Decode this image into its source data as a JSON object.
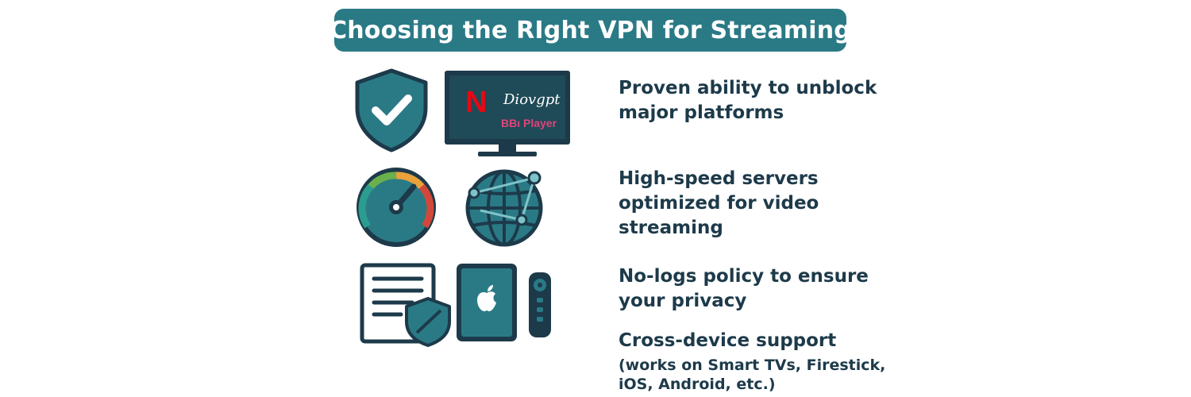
{
  "title": "Choosing the RIght VPN for Streaming",
  "tv_logos": {
    "netflix": "N",
    "disney": "Diovgpt",
    "bbc": "BBı Player"
  },
  "features": [
    {
      "line1": "Proven ability to unblock",
      "line2": "major platforms"
    },
    {
      "line1": "High-speed servers",
      "line2": "optimized for video",
      "line3": "streaming"
    },
    {
      "line1": "No-logs policy to ensure",
      "line2": "your privacy"
    },
    {
      "line1": "Cross-device support",
      "line2": "(works on Smart TVs, Firestick,",
      "line3": "iOS, Android, etc.)"
    }
  ],
  "icons": [
    "shield-check-icon",
    "tv-streaming-icon",
    "speedometer-icon",
    "globe-network-icon",
    "document-shield-icon",
    "tablet-apple-icon",
    "remote-control-icon"
  ],
  "colors": {
    "primary": "#2a7a86",
    "dark": "#1d3a4a",
    "netflix_red": "#e50914",
    "bbc_pink": "#e0457b"
  }
}
